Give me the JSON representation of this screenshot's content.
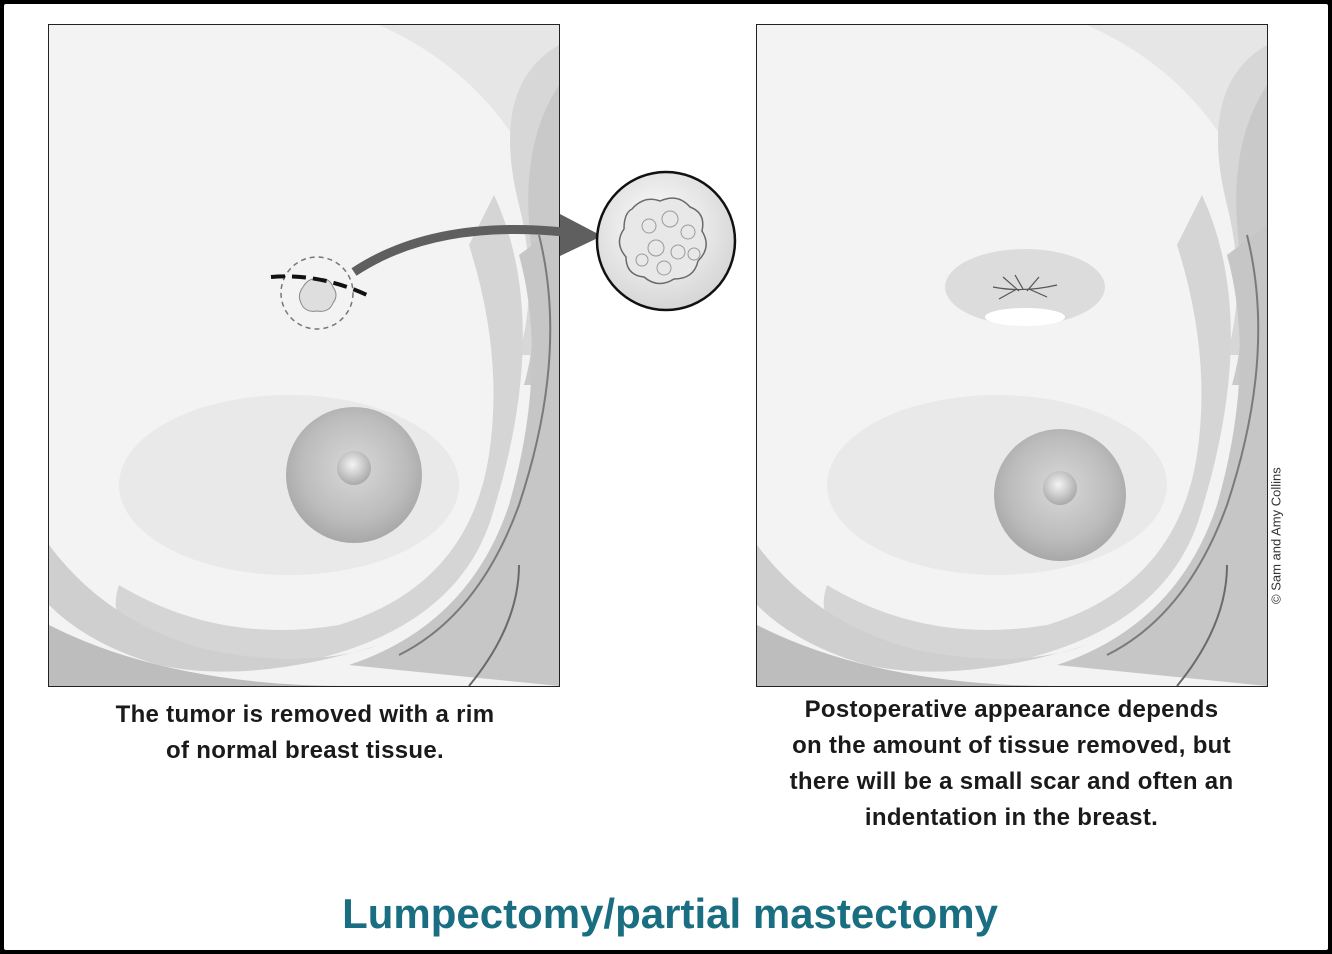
{
  "title": "Lumpectomy/partial mastectomy",
  "left_panel": {
    "caption_line1": "The tumor is removed with a rim",
    "caption_line2": "of normal breast tissue."
  },
  "right_panel": {
    "caption_line1": "Postoperative appearance depends",
    "caption_line2": "on the amount of tissue removed, but",
    "caption_line3": "there will be a small scar and often an",
    "caption_line4": "indentation in the breast."
  },
  "credit": "© Sam and Amy Collins",
  "colors": {
    "title": "#1a6e82",
    "skin_light": "#f2f2f2",
    "skin_shadow": "#c4c4c4",
    "areola": "#b5b5b5"
  }
}
